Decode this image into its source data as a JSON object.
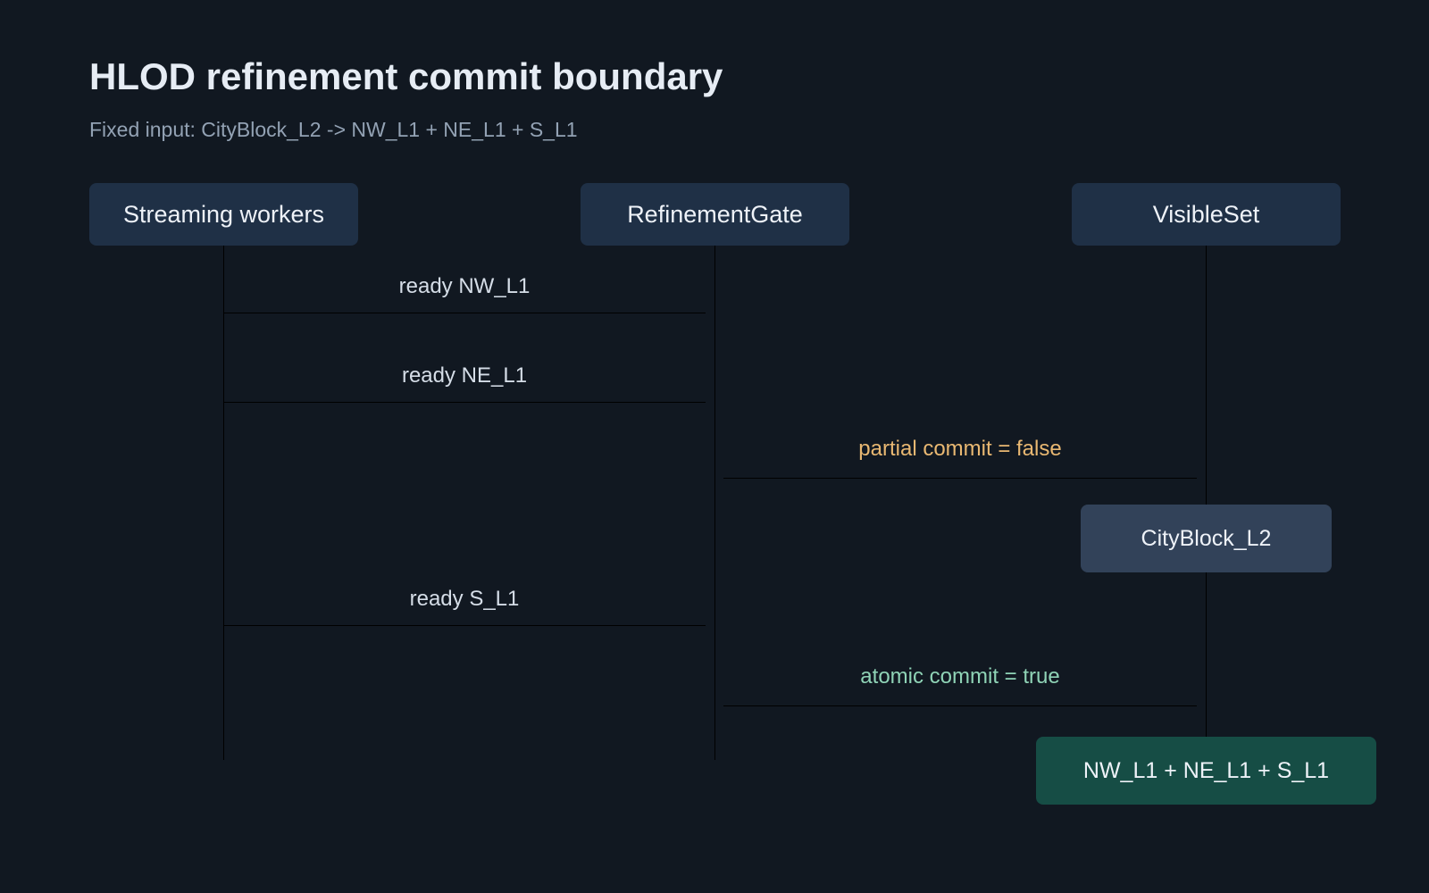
{
  "title": "HLOD refinement commit boundary",
  "subtitle": "Fixed input: CityBlock_L2 -> NW_L1 + NE_L1 + S_L1",
  "participants": [
    {
      "label": "Streaming workers"
    },
    {
      "label": "RefinementGate"
    },
    {
      "label": "VisibleSet"
    }
  ],
  "messages": [
    {
      "label": "ready NW_L1"
    },
    {
      "label": "ready NE_L1"
    },
    {
      "label": "partial commit = false",
      "color": "#e9b872"
    },
    {
      "label": "ready S_L1"
    },
    {
      "label": "atomic commit = true",
      "color": "#8fd3b6"
    }
  ],
  "states": [
    {
      "label": "CityBlock_L2",
      "color": "#324259"
    },
    {
      "label": "NW_L1 + NE_L1 + S_L1",
      "color": "#164d45"
    }
  ]
}
